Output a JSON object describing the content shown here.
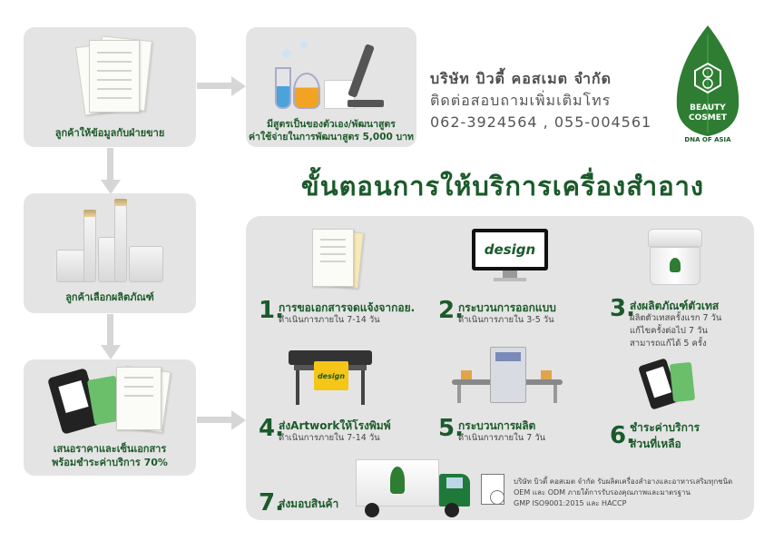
{
  "company": {
    "name": "บริษัท บิวตี้ คอสเมต จำกัด",
    "contact_label": "ติดต่อสอบถามเพิ่มเติมโทร",
    "phones": "062-3924564 , 055-004561"
  },
  "logo": {
    "line1": "BEAUTY",
    "line2": "COSMET",
    "tagline": "DNA OF ASIA",
    "icon": "leaf-hexagon-icon",
    "color": "#2e7d32"
  },
  "main_title": "ขั้นตอนการให้บริการเครื่องสำอาง",
  "left_flow": [
    {
      "label": "ลูกค้าให้ข้อมูลกับฝ่ายขาย"
    },
    {
      "label": "ลูกค้าเลือกผลิตภัณฑ์"
    },
    {
      "label_line1": "เสนอราคาและเซ็นเอกสาร",
      "label_line2": "พร้อมชำระค่าบริการ 70%"
    }
  ],
  "formula_box": {
    "line1": "มีสูตรเป็นของตัวเอง/พัฒนาสูตร",
    "line2": "ค่าใช้จ่ายในการพัฒนาสูตร 5,000 บาท"
  },
  "steps": [
    {
      "num": "1.",
      "title": "การขอเอกสารจดแจ้งจากอย.",
      "desc": [
        "ดำเนินการภายใน 7-14 วัน"
      ]
    },
    {
      "num": "2.",
      "title": "กระบวนการออกแบบ",
      "desc": [
        "ดำเนินการภายใน 3-5 วัน"
      ]
    },
    {
      "num": "3.",
      "title": "ส่งผลิตภัณฑ์ตัวเทส",
      "desc": [
        "ผลิตตัวเทสครั้งแรก 7 วัน",
        "แก้ไขครั้งต่อไป 7 วัน",
        "สามารถแก้ได้ 5 ครั้ง"
      ]
    },
    {
      "num": "4.",
      "title": "ส่งArtworkให้โรงพิมพ์",
      "desc": [
        "ดำเนินการภายใน 7-14 วัน"
      ]
    },
    {
      "num": "5.",
      "title": "กระบวนการผลิต",
      "desc": [
        "ดำเนินการภายใน 7 วัน"
      ]
    },
    {
      "num": "6.",
      "title": "ชำระค่าบริการ",
      "title2": "ส่วนที่เหลือ",
      "desc": []
    },
    {
      "num": "7.",
      "title": "ส่งมอบสินค้า",
      "desc": []
    }
  ],
  "design_screen_text": "design",
  "folder_text": "design",
  "certificate": {
    "line1": "บริษัท บิวตี้ คอสเมต จำกัด รับผลิตเครื่องสำอางและอาหารเสริมทุกชนิด",
    "line2": "OEM และ ODM ภายใต้การรับรองคุณภาพและมาตรฐาน",
    "line3": "GMP ISO9001:2015 และ HACCP"
  },
  "colors": {
    "accent": "#1b5a2a",
    "panel": "#e4e4e4",
    "arrow": "#d6d6d6"
  }
}
